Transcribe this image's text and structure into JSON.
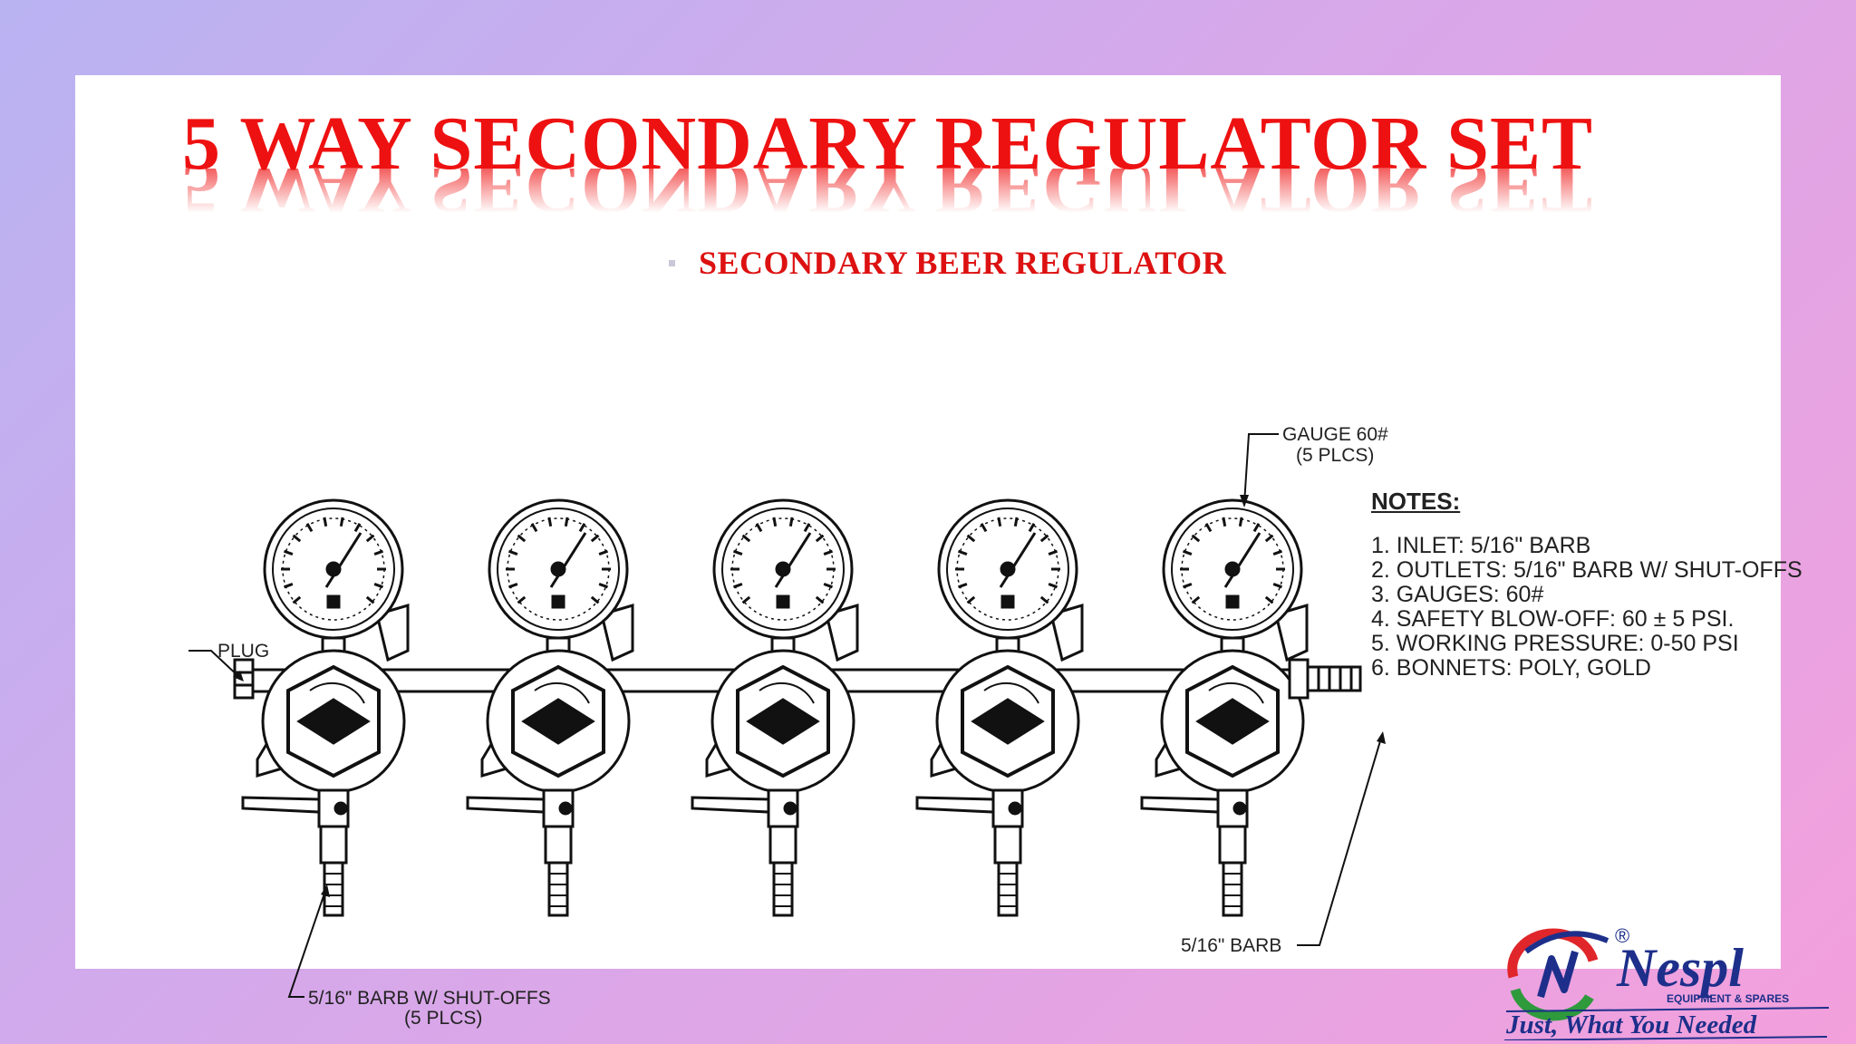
{
  "title": "5 WAY SECONDARY REGULATOR SET",
  "subtitle": "SECONDARY BEER REGULATOR",
  "labels": {
    "gauge_line1": "GAUGE 60#",
    "gauge_line2": "(5 PLCS)",
    "plug": "PLUG",
    "inlet_barb": "5/16\" BARB",
    "outlet_line1": "5/16\" BARB W/ SHUT-OFFS",
    "outlet_line2": "(5 PLCS)"
  },
  "notes": {
    "heading": "NOTES:",
    "items": [
      "1. INLET: 5/16\" BARB",
      "2. OUTLETS: 5/16\" BARB W/ SHUT-OFFS",
      "3. GAUGES: 60#",
      "4. SAFETY BLOW-OFF: 60 ± 5 PSI.",
      "5. WORKING PRESSURE: 0-50 PSI",
      "6. BONNETS: POLY, GOLD"
    ]
  },
  "logo": {
    "brand": "Nespl",
    "registered": "®",
    "tagline_small": "EQUIPMENT & SPARES",
    "slogan": "Just, What You Needed"
  },
  "colors": {
    "title": "#ee1111",
    "line_art": "#111111",
    "logo_blue": "#1d2f8a",
    "logo_red": "#e0262a",
    "logo_green": "#2e9a3c"
  }
}
